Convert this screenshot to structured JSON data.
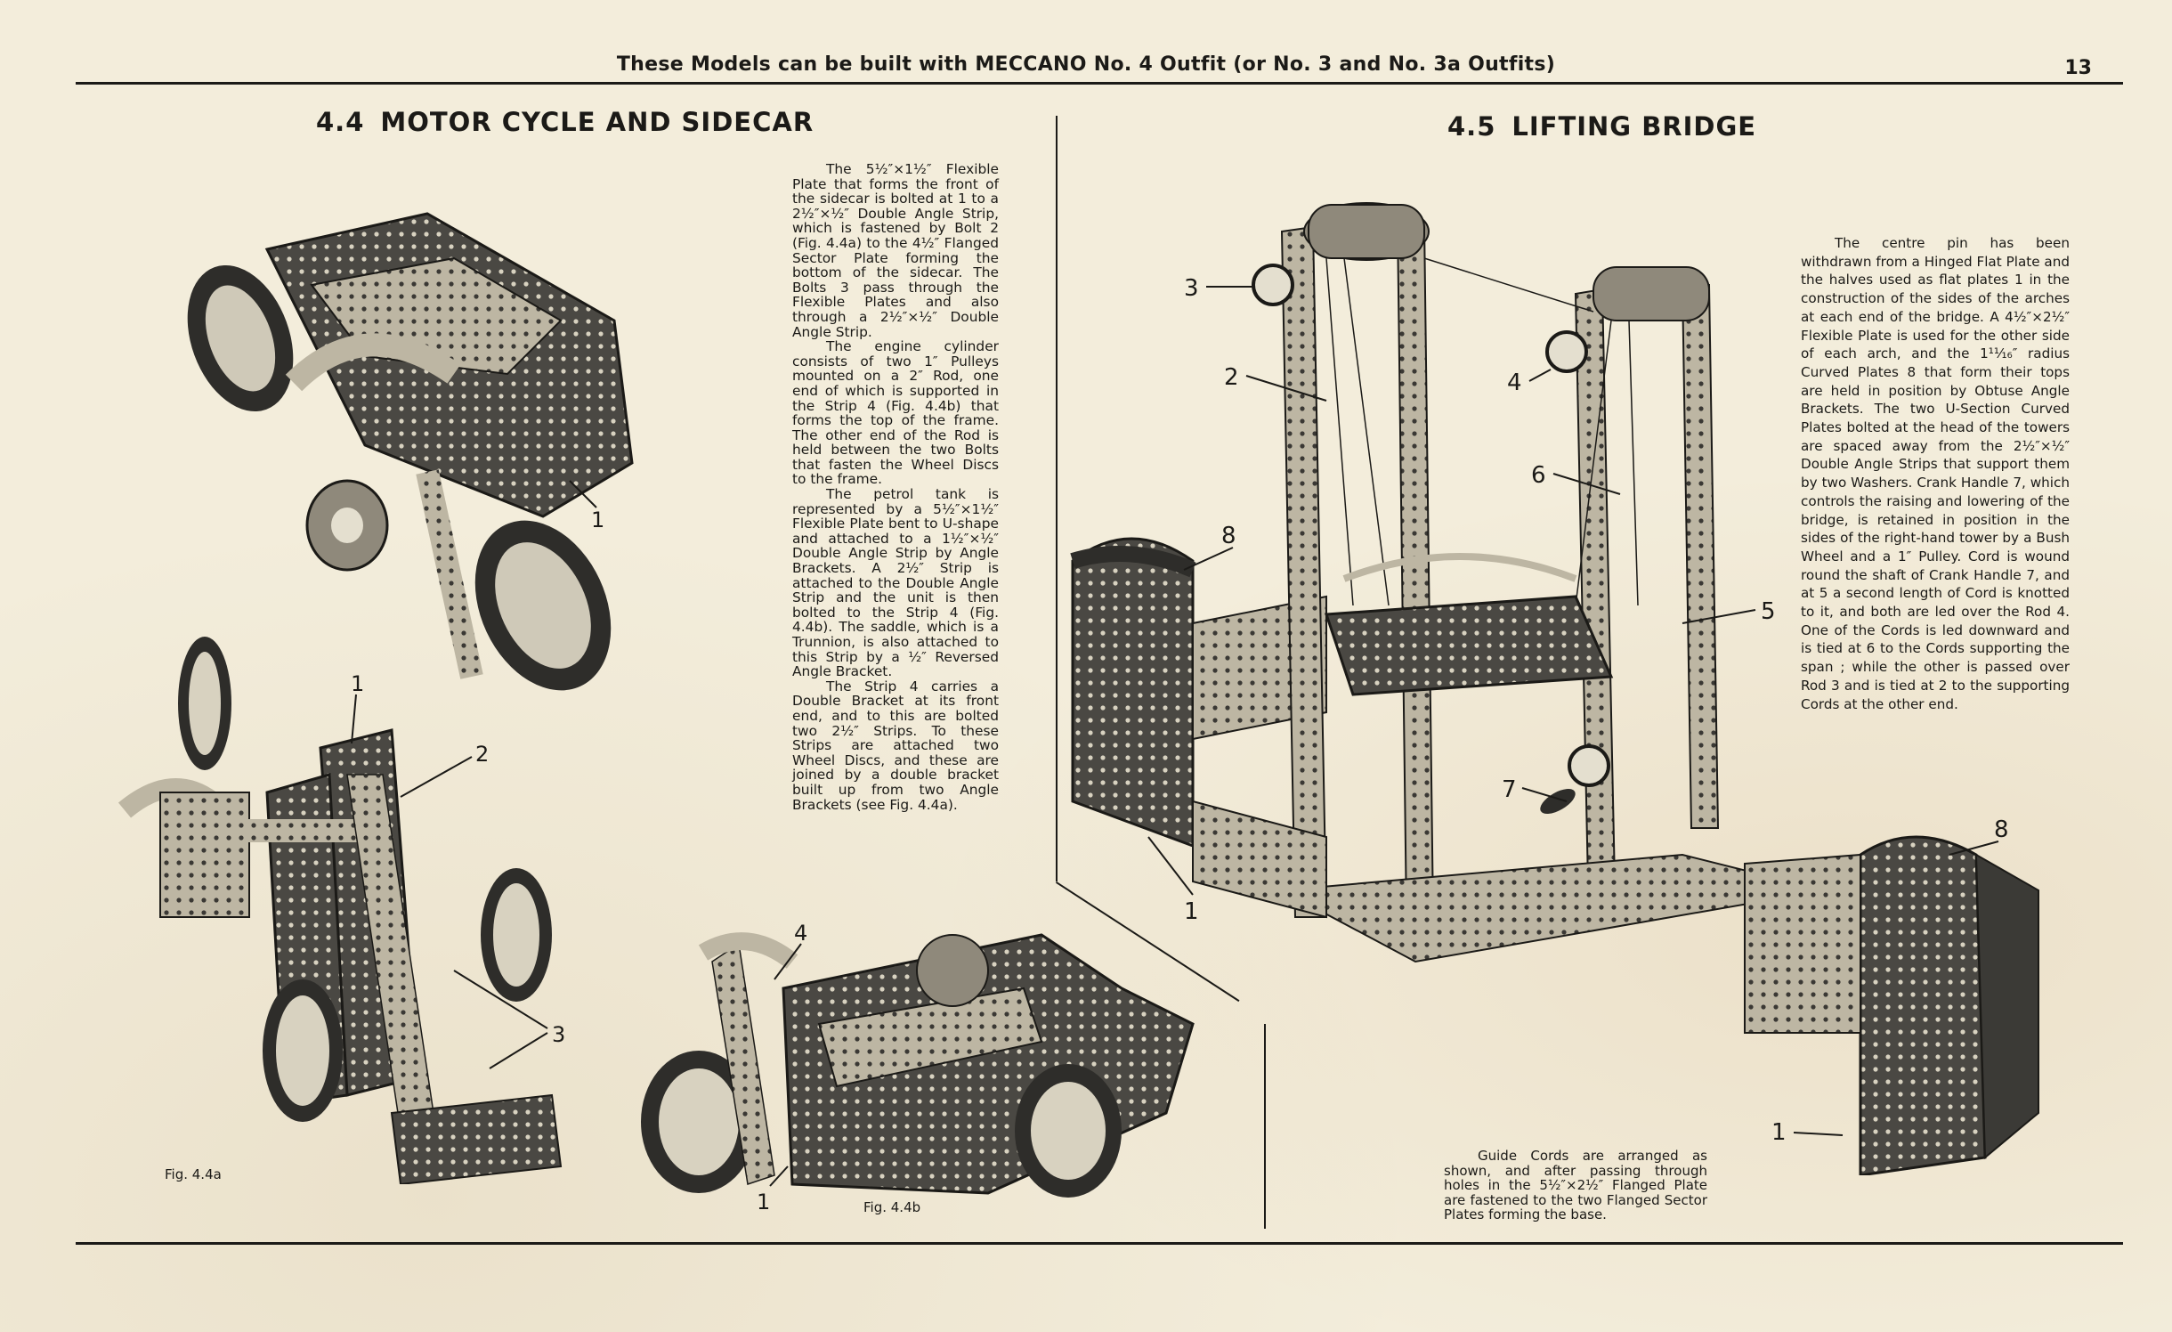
{
  "header": {
    "running_head": "These Models can be built with MECCANO No. 4 Outfit (or No. 3 and No. 3a Outfits)",
    "page_number": "13"
  },
  "section_44": {
    "number": "4.4",
    "title": "MOTOR CYCLE AND SIDECAR",
    "paragraphs": [
      "The 5½″×1½″ Flexible Plate that forms the front of the sidecar is bolted at 1 to a 2½″×½″ Double Angle Strip, which is fastened by Bolt 2 (Fig. 4.4a) to the 4½″ Flanged Sector Plate forming the bottom of the sidecar. The Bolts 3 pass through the Flexible Plates and also through a 2½″×½″ Double Angle Strip.",
      "The engine cylinder consists of two 1″ Pulleys mounted on a 2″ Rod, one end of which is supported in the Strip 4 (Fig. 4.4b) that forms the top of the frame. The other end of the Rod is held between the two Bolts that fasten the Wheel Discs to the frame.",
      "The petrol tank is represented by a 5½″×1½″ Flexible Plate bent to U-shape and attached to a 1½″×½″ Double Angle Strip by Angle Brackets. A 2½″ Strip is attached to the Double Angle Strip and the unit is then bolted to the Strip 4 (Fig. 4.4b). The saddle, which is a Trunnion, is also attached to this Strip by a ½″ Reversed Angle Bracket.",
      "The Strip 4 carries a Double Bracket at its front end, and to this are bolted two 2½″ Strips. To these Strips are attached two Wheel Discs, and these are joined by a double bracket built up from two Angle Brackets (see Fig. 4.4a)."
    ],
    "fig_a_caption": "Fig. 4.4a",
    "fig_b_caption": "Fig. 4.4b",
    "callouts_main": [
      "1"
    ],
    "callouts_fig_a": [
      "1",
      "2",
      "3"
    ],
    "callouts_fig_b": [
      "4",
      "1"
    ]
  },
  "section_45": {
    "number": "4.5",
    "title": "LIFTING BRIDGE",
    "paragraphs": [
      "The centre pin has been withdrawn from a Hinged Flat Plate and the halves used as flat plates 1 in the construction of the sides of the arches at each end of the bridge. A 4½″×2½″ Flexible Plate is used for the other side of each arch, and the 1¹¹⁄₁₆″ radius Curved Plates 8 that form their tops are held in position by Obtuse Angle Brackets. The two U-Section Curved Plates bolted at the head of the towers are spaced away from the 2½″×½″ Double Angle Strips that support them by two Washers. Crank Handle 7, which controls the raising and lowering of the bridge, is retained in position in the sides of the right-hand tower by a Bush Wheel and a 1″ Pulley. Cord is wound round the shaft of Crank Handle 7, and at 5 a second length of Cord is knotted to it, and both are led over the Rod 4. One of the Cords is led downward and is tied at 6 to the Cords supporting the span ; while the other is passed over Rod 3 and is tied at 2 to the supporting Cords at the other end."
    ],
    "guide_caption": "Guide Cords are arranged as shown, and after passing through holes in the 5½″×2½″ Flanged Plate are fastened to the two Flanged Sector Plates forming the base.",
    "callouts": [
      "3",
      "2",
      "4",
      "6",
      "8",
      "5",
      "7",
      "1",
      "8",
      "1"
    ]
  },
  "colors": {
    "paper": "#f3eddb",
    "ink": "#1b1a17",
    "metal_dark": "#3b3a36",
    "metal_light": "#cfc9b8"
  }
}
